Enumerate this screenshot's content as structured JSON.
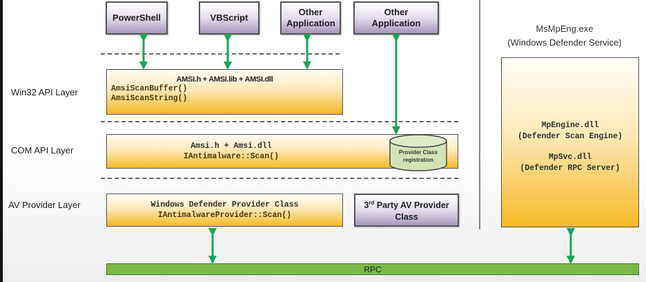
{
  "applications": [
    {
      "label": "PowerShell"
    },
    {
      "label": "VBScript"
    },
    {
      "label": "Other Application"
    },
    {
      "label": "Other Application"
    }
  ],
  "layers": {
    "win32": {
      "label": "Win32 API Layer",
      "header": "AMSI.h + AMSI.lib + AMSI.dll",
      "functions": [
        "AmsiScanBuffer()",
        "AmsiScanString()"
      ]
    },
    "com": {
      "label": "COM API Layer",
      "line1": "Amsi.h + Amsi.dll",
      "line2": "IAntimalware::Scan()",
      "registration": "Provider Class registration"
    },
    "av_provider": {
      "label": "AV Provider Layer",
      "defender_line1": "Windows Defender Provider Class",
      "defender_line2": "IAntimalwareProvider::Scan()",
      "third_party": "3rd Party AV Provider Class",
      "third_party_main": "3",
      "third_party_sup": "rd",
      "third_party_rest": " Party AV Provider",
      "third_party_line2": "Class"
    }
  },
  "service": {
    "title": "MsMpEng.exe",
    "subtitle": "(Windows Defender Service)",
    "engine": "MpEngine.dll",
    "engine_desc": "(Defender Scan Engine)",
    "rpc_server": "MpSvc.dll",
    "rpc_server_desc": "(Defender RPC Server)"
  },
  "rpc": {
    "label": "RPC"
  },
  "colors": {
    "arrow": "#1aa55a",
    "rpc_bar": "#7ab648",
    "orange": "#f6b926",
    "purple": "#a898bb",
    "cylinder": "#d3e2b5"
  }
}
